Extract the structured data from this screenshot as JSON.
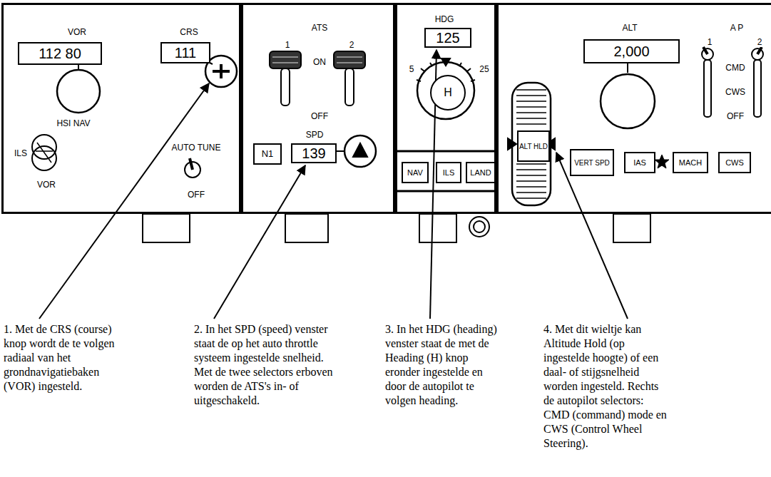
{
  "diagram": {
    "nodes": [
      {
        "text": [
          "VOR",
          "CRS",
          "HSI NAV",
          "ILS",
          "VOR",
          "AUTO TUNE",
          "OFF"
        ]
      },
      {
        "text": [
          "112 80"
        ],
        "in": 0
      },
      {
        "text": [
          "111"
        ],
        "in": 0
      },
      {
        "text": [
          "ATS",
          "1",
          "2",
          "ON",
          "OFF",
          "SPD"
        ]
      },
      {
        "text": [
          "N1"
        ],
        "in": 3
      },
      {
        "text": [
          "139"
        ],
        "in": 3
      },
      {
        "text": [
          "HDG",
          "5",
          "25"
        ]
      },
      {
        "text": [
          "125"
        ],
        "in": 6
      },
      {
        "text": [
          "H"
        ],
        "in": 6
      },
      {
        "text": [
          "NAV"
        ],
        "in": 6
      },
      {
        "text": [
          "ILS"
        ],
        "in": 6
      },
      {
        "text": [
          "LAND"
        ],
        "in": 6
      },
      {
        "text": [
          "ALT",
          "A P",
          "1",
          "2",
          "CMD",
          "CWS",
          "OFF"
        ]
      },
      {
        "text": [
          "ALT HLD"
        ],
        "in": 12
      },
      {
        "text": [
          "2,000"
        ],
        "in": 12
      },
      {
        "text": [
          "VERT SPD"
        ],
        "in": 12
      },
      {
        "text": [
          "IAS"
        ],
        "in": 12
      },
      {
        "text": [
          "MACH"
        ],
        "in": 12
      },
      {
        "text": [
          "CWS"
        ],
        "in": 12
      }
    ],
    "labels": [
      "1. Met de CRS (course) knop wordt de te volgen radiaal van het grondnavigatiebaken (VOR) ingesteld.",
      "2. In het SPD (speed) venster staat de op het auto throttle systeem ingestelde snelheid. Met de twee selectors erboven worden de ATS's in- of uitgeschakeld.",
      "3. In het HDG (heading) venster staat de met de Heading (H) knop eronder ingestelde en door de autopilot te volgen heading.",
      "4. Met dit wieltje kan Altitude Hold (op ingestelde hoogte) of een daal- of stijgsnelheid worden ingesteld. Rechts de autopilot selectors: CMD (command) mode en CWS (Control Wheel Steering)."
    ]
  }
}
